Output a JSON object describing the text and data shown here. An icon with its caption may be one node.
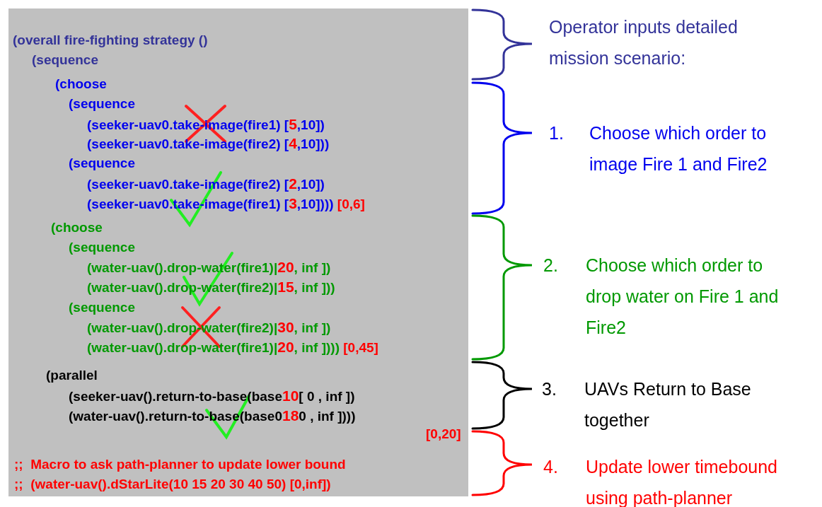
{
  "diagram": {
    "labels": [
      "(overall fire-fighting strategy ()",
      "(sequence",
      "(choose",
      "(sequence",
      "(seeker-uav0.take-image(fire1) [",
      "5",
      ",10])",
      "(seeker-uav0.take-image(fire2) [",
      "4",
      ",10]))",
      "(sequence",
      "(seeker-uav0.take-image(fire2) [",
      "2",
      ",10])",
      "(seeker-uav0.take-image(fire1) [",
      "3",
      ",10])))",
      "[0,6]",
      "(choose",
      "(sequence",
      "(water-uav().drop-water(fire1)|",
      "20",
      ", inf ])",
      "(water-uav().drop-water(fire2)|",
      "15",
      ", inf ]))",
      "(sequence",
      "(water-uav().drop-water(fire2)|",
      "30",
      ", inf ])",
      "(water-uav().drop-water(fire1)|",
      "20",
      ", inf ])))",
      "[0,45]",
      "(parallel",
      "(seeker-uav().return-to-base(base",
      "10",
      "[ 0 , inf ])",
      "(water-uav().return-to-base(base0",
      "18",
      "0 , inf ])))",
      "[0,20]",
      ";;  Macro to ask path-planner to update lower bound",
      ";;  (water-uav().dStarLite(10 15 20 30 40 50) [0,inf])",
      "Operator inputs detailed mission scenario:",
      "1.",
      "Choose which order to image Fire 1 and Fire2",
      "2.",
      "Choose which order to drop water on Fire 1 and Fire2",
      "3.",
      "UAVs Return to Base together",
      "4.",
      "Update lower timebound using path-planner"
    ]
  }
}
